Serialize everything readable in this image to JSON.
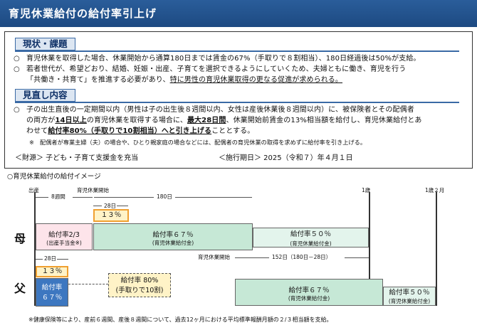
{
  "title": "育児休業給付の給付率引上げ",
  "sections": {
    "current": {
      "heading": "現状・課題",
      "mark": "○",
      "p1": "育児休業を取得した場合、休業開始から通算180日までは賃金の67%（手取りで８割相当）、180日経過後は50%が支給。",
      "p2_line1": "若者世代が、希望どおり、結婚、妊娠・出産、子育てを選択できるようにしていくため、夫婦ともに働き、育児を行う",
      "p2_line2_plain": "「共働き・共育て」を推進する必要があり、",
      "p2_line2_underlined": "特に男性の育児休業取得の更なる促進が求められる。"
    },
    "review": {
      "heading": "見直し内容",
      "mark": "○",
      "l1": "子の出生直後の一定期間以内（男性は子の出生後８週間以内、女性は産後休業後８週間以内）に、被保険者とその配偶者",
      "l2_a": "の両方が",
      "l2_b": "14日以上",
      "l2_c": "の育児休業を取得する場合に、",
      "l2_d": "最大28日間",
      "l2_e": "、休業開始前賃金の13%相当額を給付し、育児休業給付とあ",
      "l3_a": "わせて",
      "l3_b": "給付率80%（手取りで10割相当）へと引き上げる",
      "l3_c": "こととする。",
      "note": "※　配偶者が専業主婦（夫）の場合や、ひとり親家庭の場合などには、配偶者の育児休業の取得を求めずに給付率を引き上げる。",
      "funding": "＜財源＞ 子ども・子育て支援金を充当",
      "effective": "＜施行期日＞ 2025（令和７）年４月１日"
    }
  },
  "diagram": {
    "title": "○育児休業給付の給付イメージ",
    "birth": "出産",
    "leave_start": "育児休業開始",
    "weeks8": "8週間",
    "days180": "180日",
    "one_year": "1歳",
    "one_year_2m": "1歳２月",
    "mother": "母",
    "father": "父",
    "days28_m": "28日",
    "days28_f": "28日",
    "pct13_m": "１３％",
    "pct13_f": "１３％",
    "maternity_rate": "給付率2/3",
    "maternity_sub": "(出産手当金※)",
    "m67_rate": "給付率６７％",
    "m67_sub": "(育児休業給付金)",
    "m50_rate": "給付率５０％",
    "m50_sub": "(育児休業給付金)",
    "f_leave_start": "育児休業開始",
    "days152": "152日（180日－28日）",
    "f_rate_l1": "給付率",
    "f_rate_l2": "６７％",
    "callout_l1": "給付率 80%",
    "callout_l2": "(手取りで10割)",
    "f67_rate": "給付率６７％",
    "f67_sub": "(育児休業給付金)",
    "f50_rate": "給付率５０％",
    "f50_sub": "(育児休業給付金)"
  },
  "footnote": "※健康保険等により、産前６週間、産後８週間について、過去12ヶ月における平均標準報酬月額の２/３相当額を支給。",
  "colors": {
    "title_bg": "#1d4a82",
    "pink": "#fde4ea",
    "green": "#c6e8d6",
    "light_green": "#e3f4ec",
    "blue": "#3d77c0",
    "yellow": "#fff3c7",
    "orange": "#f0a030"
  }
}
